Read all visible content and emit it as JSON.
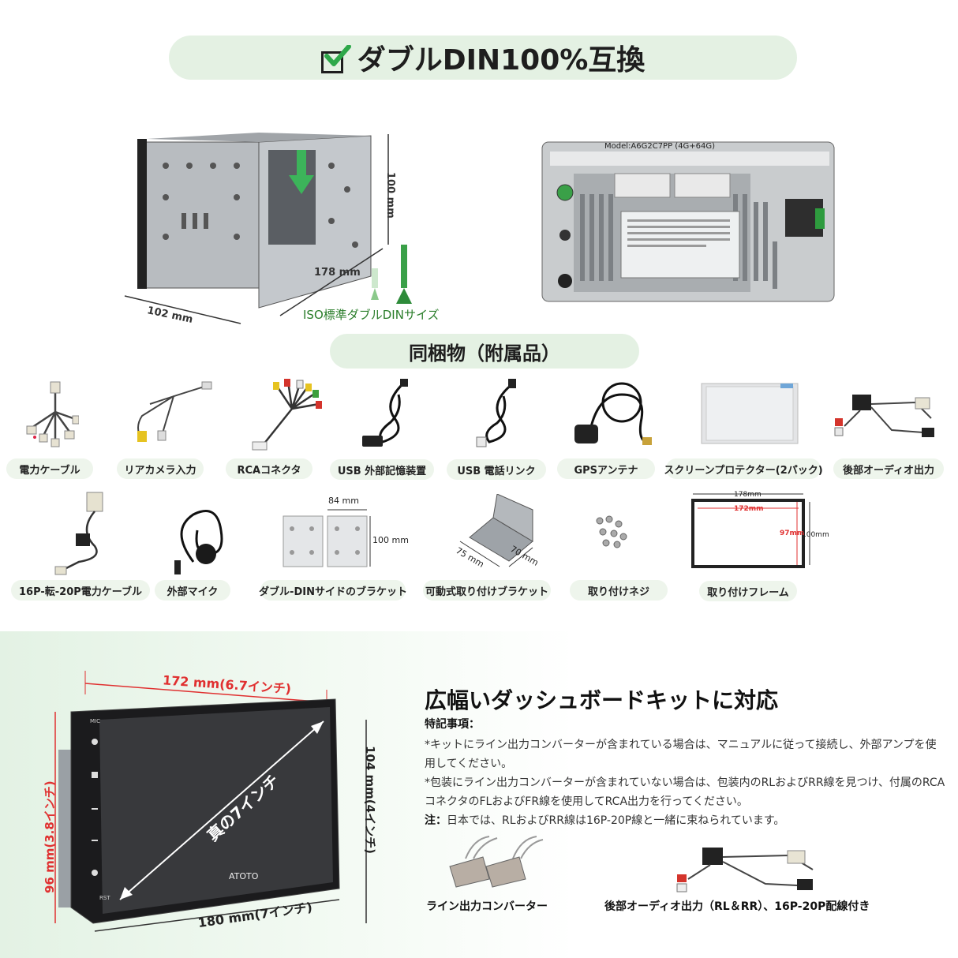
{
  "header": {
    "title": "ダブルDIN100%互換"
  },
  "din_diagram": {
    "height_label": "100 mm",
    "depth_label": "178 mm",
    "width_label": "102 mm",
    "iso_label": "ISO標準ダブルDINサイズ"
  },
  "rear_panel": {
    "model": "Model:A6G2C7PP (4G+64G)"
  },
  "accessories": {
    "title": "同梱物（附属品）",
    "row1": [
      {
        "label": "電力ケーブル",
        "icon": "power-cable-icon"
      },
      {
        "label": "リアカメラ入力",
        "icon": "rear-camera-cable-icon"
      },
      {
        "label": "RCAコネクタ",
        "icon": "rca-connector-icon"
      },
      {
        "label": "USB 外部記憶装置",
        "icon": "usb-storage-cable-icon"
      },
      {
        "label": "USB 電話リンク",
        "icon": "usb-phone-link-cable-icon"
      },
      {
        "label": "GPSアンテナ",
        "icon": "gps-antenna-icon"
      },
      {
        "label": "スクリーンプロテクター(2パック)",
        "icon": "screen-protector-icon"
      },
      {
        "label": "後部オーディオ出力",
        "icon": "rear-audio-output-icon"
      }
    ],
    "row2": [
      {
        "label": "16P-転-20P電力ケーブル",
        "icon": "adapter-cable-icon"
      },
      {
        "label": "外部マイク",
        "icon": "external-mic-icon"
      },
      {
        "label": "ダブル-DINサイドのブラケット",
        "icon": "side-bracket-icon"
      },
      {
        "label": "可動式取り付けブラケット",
        "icon": "movable-bracket-icon"
      },
      {
        "label": "取り付けネジ",
        "icon": "screws-icon"
      },
      {
        "label": "取り付けフレーム",
        "icon": "mounting-frame-icon"
      }
    ],
    "bracket_dims": {
      "w": "84 mm",
      "h": "100 mm"
    },
    "movable_dims": {
      "a": "75 mm",
      "b": "70 mm"
    },
    "frame_dims": {
      "outer_w": "178mm",
      "inner_w": "172mm",
      "inner_h": "97mm",
      "outer_h": "100mm"
    }
  },
  "screen_diagram": {
    "top_width": "172 mm(6.7インチ)",
    "left_height": "96 mm(3.8インチ)",
    "right_height": "104 mm(4インチ)",
    "bottom_width": "180 mm(7インチ)",
    "diagonal": "真の7インチ",
    "brand": "ATOTO",
    "btn_mic": "MIC",
    "btn_rst": "RST"
  },
  "compat": {
    "heading": "広幅いダッシュボードキットに対応",
    "notes_title": "特記事項：",
    "note1": "*キットにライン出力コンバーターが含まれている場合は、マニュアルに従って接続し、外部アンプを使用してください。",
    "note2": "*包装にライン出力コンバーターが含まれていない場合は、包装内のRLおよびRR線を見つけ、付属のRCAコネクタのFLおよびFR線を使用してRCA出力を行ってください。",
    "note3_label": "注：",
    "note3": "日本では、RLおよびRR線は16P-20P線と一緒に束ねられています。",
    "caption1": "ライン出力コンバーター",
    "caption2": "後部オーディオ出力（RL＆RR）、16P-20P配線付き"
  },
  "colors": {
    "accent_green": "#2ea84a",
    "pill_bg": "#e4f1e3",
    "dim_red": "#e03030"
  }
}
